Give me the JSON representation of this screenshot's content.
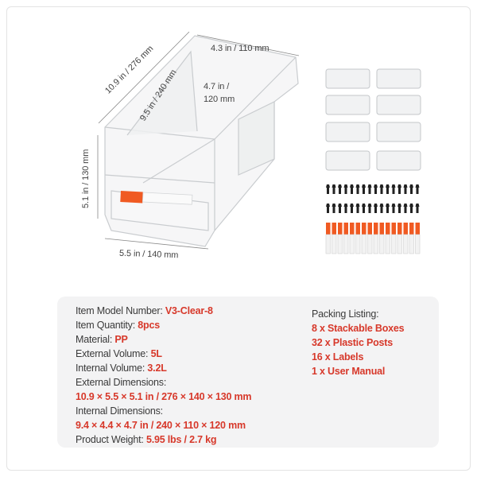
{
  "dimensions": {
    "length": "10.9 in / 276 mm",
    "inner_length": "9.5 in / 240 mm",
    "width": "4.3 in / 110 mm",
    "inner_height_line1": "4.7 in /",
    "inner_height_line2": "120 mm",
    "height": "5.1 in / 130 mm",
    "depth": "5.5 in / 140 mm"
  },
  "specs": [
    {
      "label": "Item Model Number:",
      "value": "V3-Clear-8"
    },
    {
      "label": "Item Quantity:",
      "value": "8pcs"
    },
    {
      "label": "Material:",
      "value": "PP"
    },
    {
      "label": "External Volume:",
      "value": "5L"
    },
    {
      "label": "Internal Volume:",
      "value": "3.2L"
    },
    {
      "label": "External Dimensions:",
      "value": ""
    },
    {
      "label": "",
      "value": "10.9 × 5.5 × 5.1 in / 276 × 140 × 130 mm"
    },
    {
      "label": "Internal Dimensions:",
      "value": ""
    },
    {
      "label": "",
      "value": "9.4 × 4.4 × 4.7 in / 240 × 110 × 120 mm"
    },
    {
      "label": "Product Weight:",
      "value": "5.95 lbs / 2.7 kg"
    }
  ],
  "packing": {
    "title": "Packing Listing:",
    "items": [
      "8 x Stackable Boxes",
      "32 x Plastic Posts",
      "16 x Labels",
      "1 x User Manual"
    ]
  },
  "colors": {
    "accent": "#d7382a",
    "label_orange": "#f05a22"
  }
}
